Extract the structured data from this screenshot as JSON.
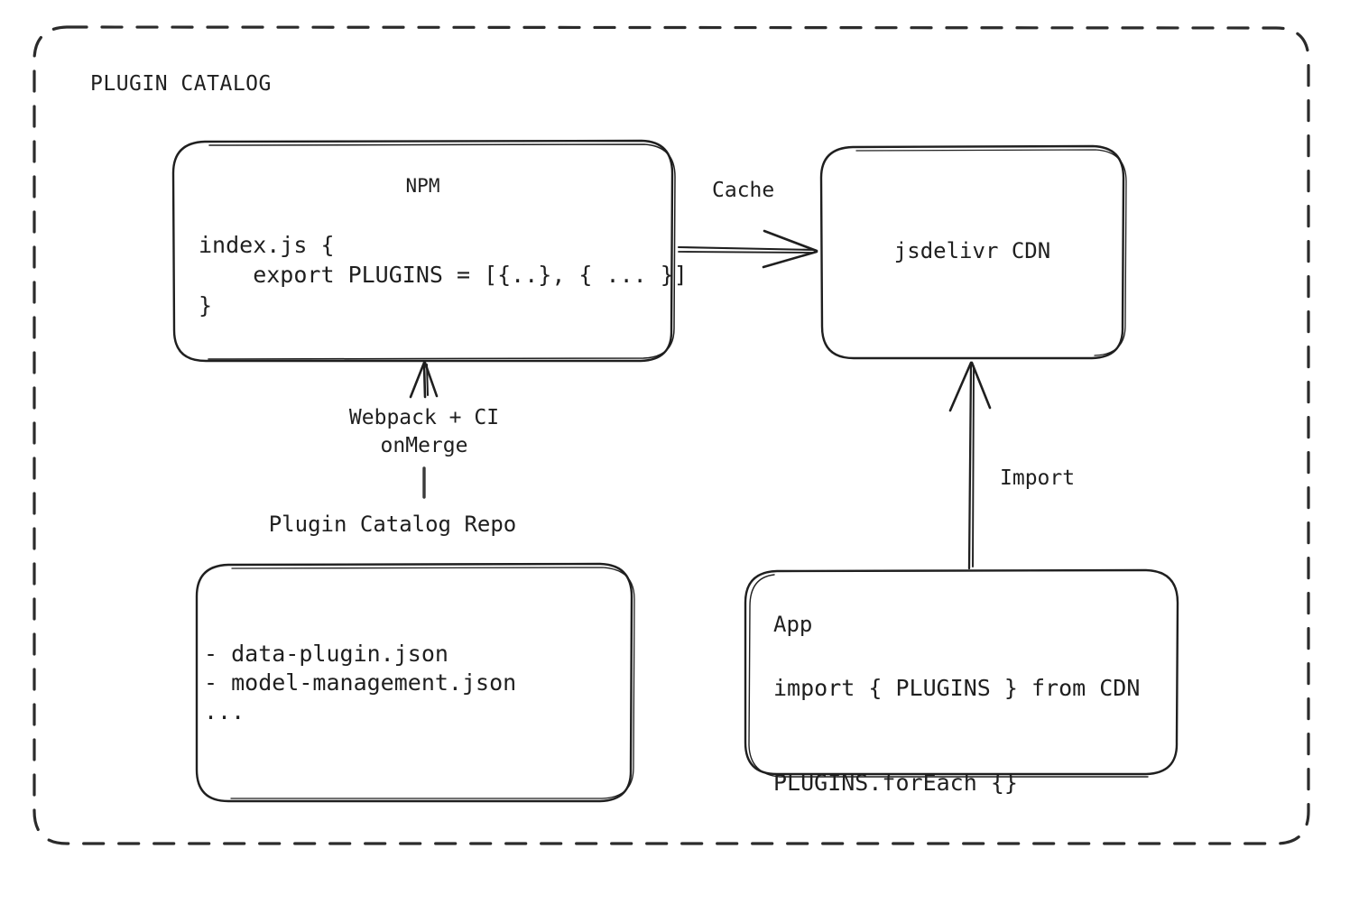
{
  "diagram": {
    "frame": {
      "title": "PLUGIN CATALOG",
      "border_style": "dashed",
      "border_color": "#2b2b2b"
    },
    "background_color": "#ffffff",
    "stroke_color": "#1f1f1f",
    "text_color": "#1f1f1f",
    "nodes": {
      "npm": {
        "title": "NPM",
        "code": "index.js {\n    export PLUGINS = [{..}, { ... }]\n}"
      },
      "cdn": {
        "title": "jsdelivr CDN"
      },
      "repo": {
        "label": "Plugin Catalog Repo",
        "items": "- data-plugin.json\n- model-management.json\n..."
      },
      "app": {
        "title": "App",
        "code": "import { PLUGINS } from CDN\n\nPLUGINS.forEach {}"
      }
    },
    "edges": {
      "npm_to_cdn": {
        "label": "Cache",
        "direction": "right"
      },
      "repo_to_npm": {
        "label": "Webpack + CI\nonMerge",
        "direction": "up"
      },
      "app_to_cdn": {
        "label": "Import",
        "direction": "up"
      }
    }
  }
}
